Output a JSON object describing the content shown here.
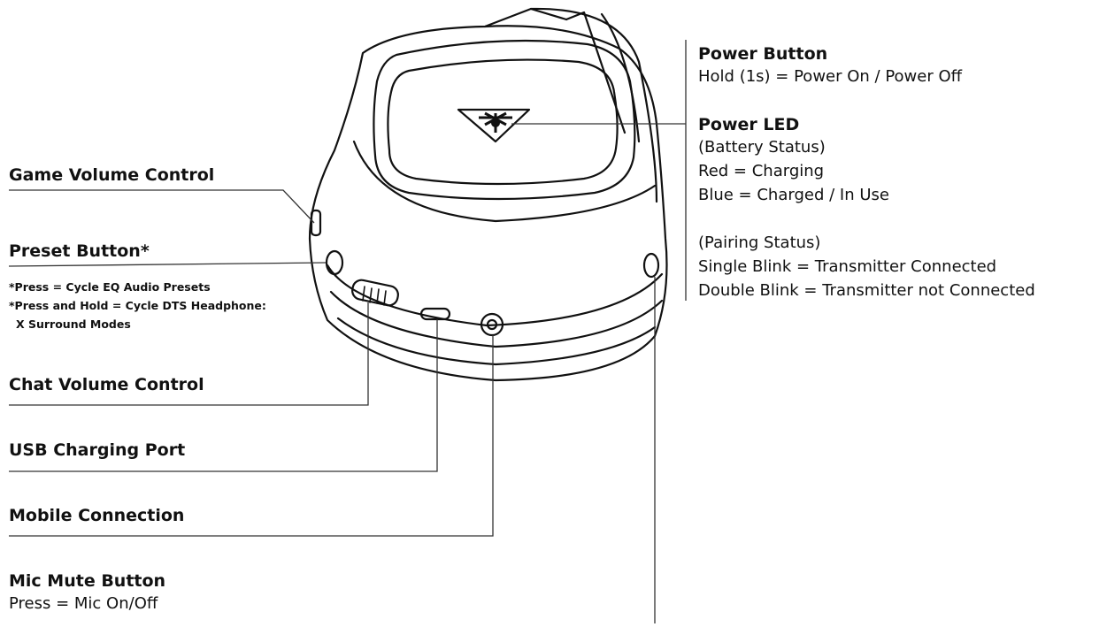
{
  "left_labels": {
    "game_volume": {
      "title": "Game Volume Control"
    },
    "preset": {
      "title": "Preset Button*",
      "notes": [
        "*Press = Cycle EQ Audio Presets",
        "*Press and Hold = Cycle DTS Headphone:",
        "X Surround Modes"
      ]
    },
    "chat_volume": {
      "title": "Chat Volume Control"
    },
    "usb_port": {
      "title": "USB Charging Port"
    },
    "mobile": {
      "title": "Mobile Connection"
    },
    "mic_mute": {
      "title": "Mic Mute Button",
      "desc": "Press = Mic On/Off"
    }
  },
  "right_labels": {
    "power_button": {
      "title": "Power Button",
      "desc": "Hold (1s) = Power On / Power Off"
    },
    "power_led": {
      "title": "Power LED",
      "battery_heading": "(Battery Status)",
      "battery_lines": [
        "Red = Charging",
        "Blue  = Charged / In Use"
      ],
      "pairing_heading": "(Pairing Status)",
      "pairing_lines": [
        "Single Blink = Transmitter Connected",
        "Double Blink  = Transmitter not Connected"
      ]
    }
  },
  "colors": {
    "ink": "#111111",
    "line": "#333333",
    "background": "#ffffff"
  },
  "icons": {
    "logo": "turtle-logo-icon"
  }
}
